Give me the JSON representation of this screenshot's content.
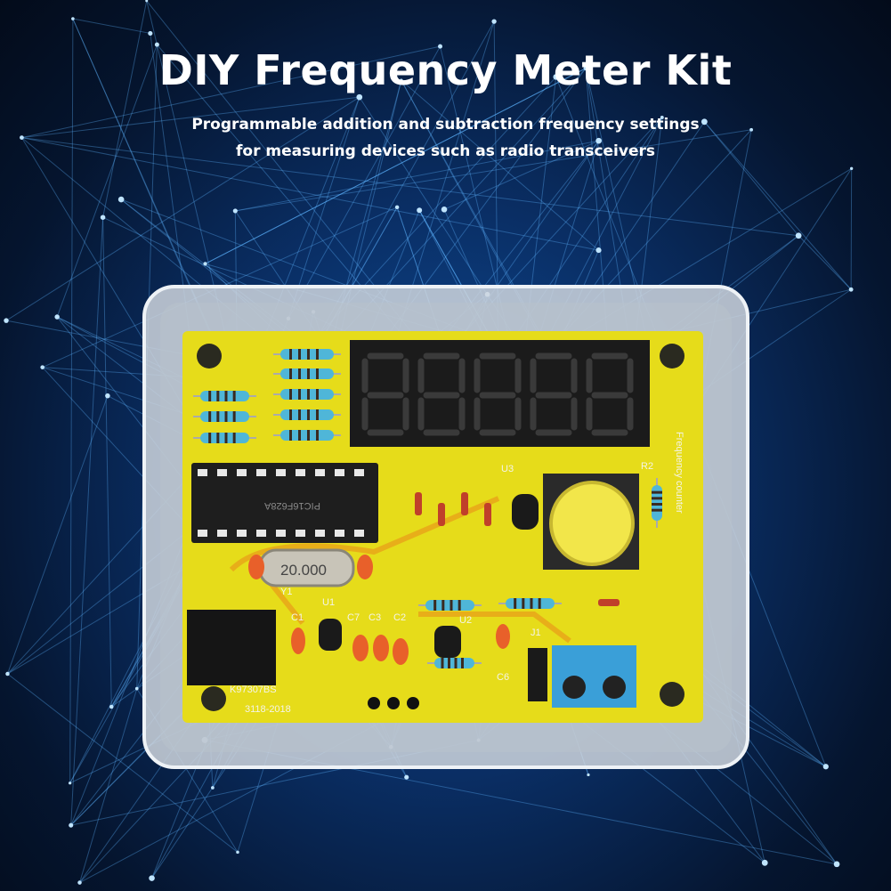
{
  "headline": {
    "title": "DIY Frequency Meter Kit",
    "subtitle_line1": "Programmable addition and subtraction frequency settings",
    "subtitle_line2": "for measuring devices such as radio transceivers"
  },
  "product": {
    "board_label": "Frequency counter",
    "crystal_label": "20.000",
    "chip_label": "PIC16F628A",
    "board_code": "K97307BS",
    "board_date": "3118-2018",
    "component_labels": [
      "U1",
      "U2",
      "U3",
      "C1",
      "C2",
      "C3",
      "C6",
      "C7",
      "J1",
      "R2",
      "Y1"
    ],
    "colors": {
      "pcb": "#e8e01c",
      "case": "#d8dde4",
      "button": "#f2e64a",
      "terminal": "#3a9fd8",
      "display": "#1b1b1b"
    }
  }
}
